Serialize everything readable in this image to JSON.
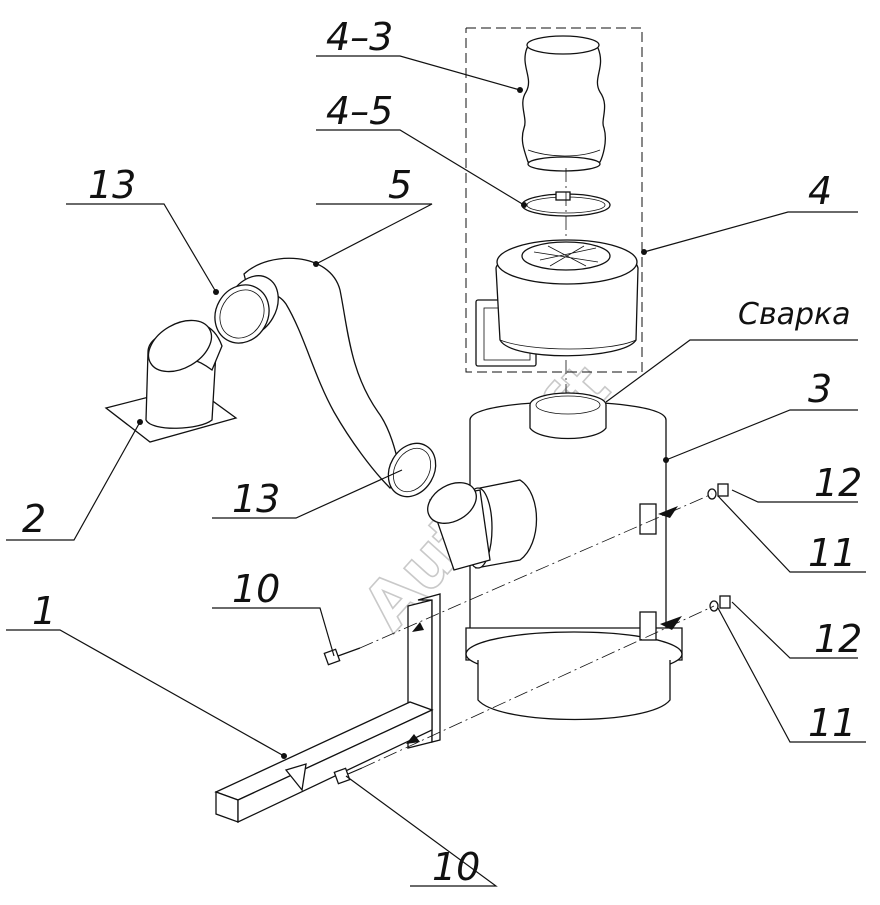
{
  "labels": {
    "part_1": "1",
    "part_2": "2",
    "part_3": "3",
    "part_4": "4",
    "part_4_3": "4–3",
    "part_4_5": "4–5",
    "part_5": "5",
    "part_10_top": "10",
    "part_10_bottom": "10",
    "part_11_top": "11",
    "part_11_bottom": "11",
    "part_12_top": "12",
    "part_12_bottom": "12",
    "part_13_top": "13",
    "part_13_middle": "13",
    "welding": "Сварка"
  },
  "watermark": "AutoSoft"
}
